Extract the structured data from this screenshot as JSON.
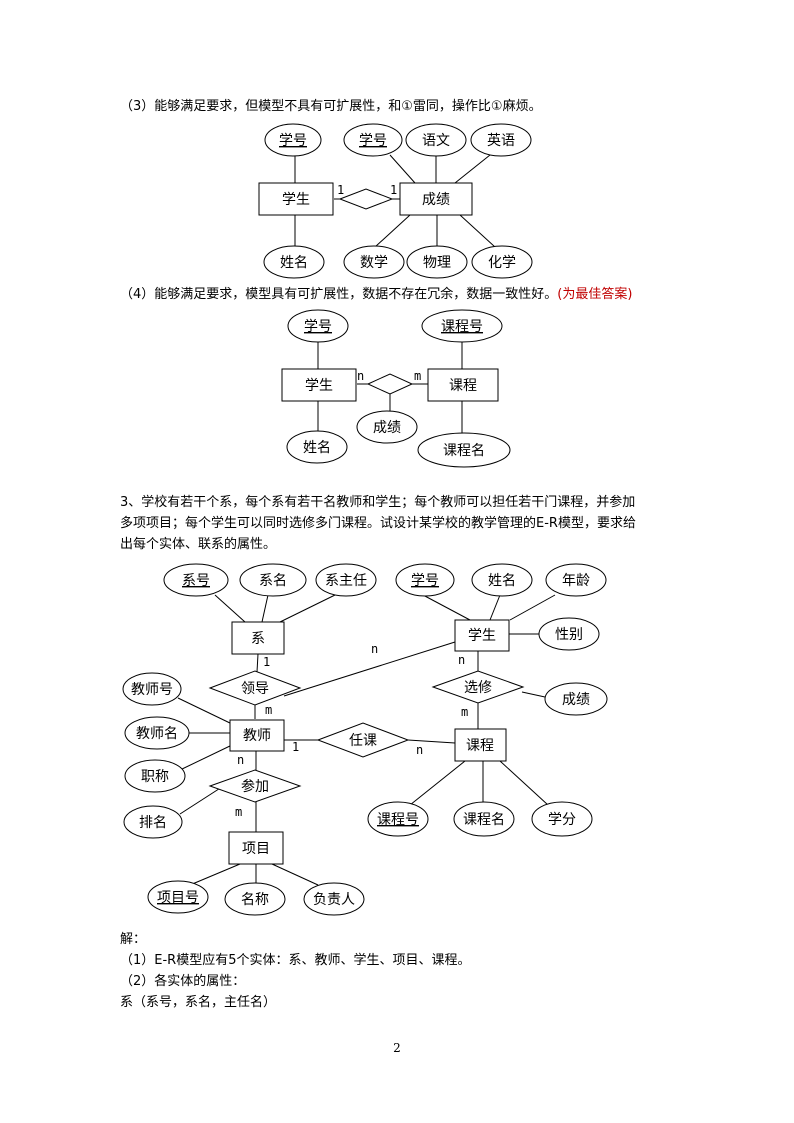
{
  "paragraphs": {
    "p3": "（3）能够满足要求，但模型不具有可扩展性，和①雷同，操作比①麻烦。",
    "p4_text": "（4）能够满足要求，模型具有可扩展性，数据不存在冗余，数据一致性好。",
    "p4_best": "(为最佳答案)",
    "q3_line1": "3、学校有若干个系，每个系有若干名教师和学生；每个教师可以担任若干门课程，并参加",
    "q3_line2": "多项项目；每个学生可以同时选修多门课程。试设计某学校的教学管理的E-R模型，要求给",
    "q3_line3": "出每个实体、联系的属性。",
    "sol_head": "解：",
    "sol1": "（1）E-R模型应有5个实体：系、教师、学生、项目、课程。",
    "sol2": "（2）各实体的属性：",
    "sol3": "系（系号，系名，主任名）"
  },
  "diagram3": {
    "attrs": {
      "student_id": "学号",
      "score_id": "学号",
      "chinese": "语文",
      "english": "英语",
      "name": "姓名",
      "math": "数学",
      "physics": "物理",
      "chemistry": "化学"
    },
    "entities": {
      "student": "学生",
      "score": "成绩"
    },
    "card_left": "1",
    "card_right": "1"
  },
  "diagram4": {
    "attrs": {
      "student_id": "学号",
      "course_id": "课程号",
      "score": "成绩",
      "name": "姓名",
      "course_name": "课程名"
    },
    "entities": {
      "student": "学生",
      "course": "课程"
    },
    "card_left": "n",
    "card_right": "m"
  },
  "diagram5": {
    "entities": {
      "dept": "系",
      "teacher": "教师",
      "student": "学生",
      "course": "课程",
      "project": "项目"
    },
    "relations": {
      "lead": "领导",
      "teach": "任课",
      "select": "选修",
      "join": "参加"
    },
    "attrs": {
      "dept_id": "系号",
      "dept_name": "系名",
      "dept_head": "系主任",
      "stu_id": "学号",
      "stu_name": "姓名",
      "stu_age": "年龄",
      "stu_sex": "性别",
      "score": "成绩",
      "teacher_id": "教师号",
      "teacher_name": "教师名",
      "title": "职称",
      "rank": "排名",
      "course_id": "课程号",
      "course_name": "课程名",
      "credit": "学分",
      "project_id": "项目号",
      "project_name": "名称",
      "leader": "负责人"
    },
    "cards": {
      "dept_lead": "1",
      "lead_teacher": "m",
      "lead_student": "n",
      "stu_select": "n",
      "select_course": "m",
      "teacher_teach": "1",
      "teach_course": "n",
      "teacher_join": "n",
      "join_project": "m"
    }
  },
  "page_number": "2"
}
